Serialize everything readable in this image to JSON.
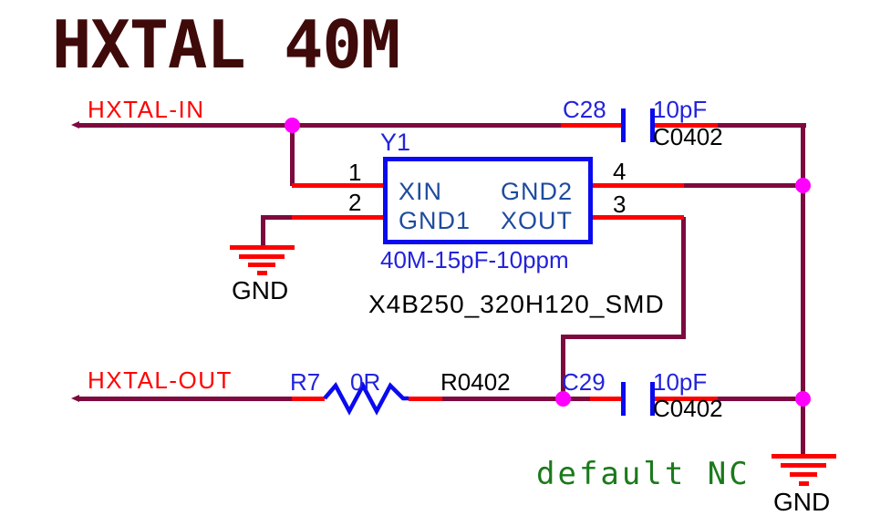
{
  "title": "HXTAL 40M",
  "colors": {
    "wire": "#7d0a3f",
    "red": "#ff0000",
    "blue": "#0a0af0",
    "navy": "#1e4b9e",
    "designator": "#2323dc",
    "magenta": "#ff00ff",
    "title": "#3f0a0a",
    "green": "#1a7a1a",
    "black": "#000000",
    "background": "#ffffff"
  },
  "net_labels": {
    "hxtal_in": "HXTAL-IN",
    "hxtal_out": "HXTAL-OUT"
  },
  "components": {
    "crystal": {
      "designator": "Y1",
      "value": "40M-15pF-10ppm",
      "footprint": "X4B250_320H120_SMD",
      "pin_numbers": [
        "1",
        "2",
        "3",
        "4"
      ],
      "pin_names": {
        "pin1": "XIN",
        "pin2": "GND1",
        "pin3": "XOUT",
        "pin4": "GND2"
      }
    },
    "c28": {
      "designator": "C28",
      "value": "10pF",
      "footprint": "C0402"
    },
    "c29": {
      "designator": "C29",
      "value": "10pF",
      "footprint": "C0402"
    },
    "r7": {
      "designator": "R7",
      "value": "0R",
      "footprint": "R0402"
    }
  },
  "ground_labels": {
    "left": "GND",
    "right": "GND"
  },
  "annotation": {
    "default_nc": "default NC"
  }
}
